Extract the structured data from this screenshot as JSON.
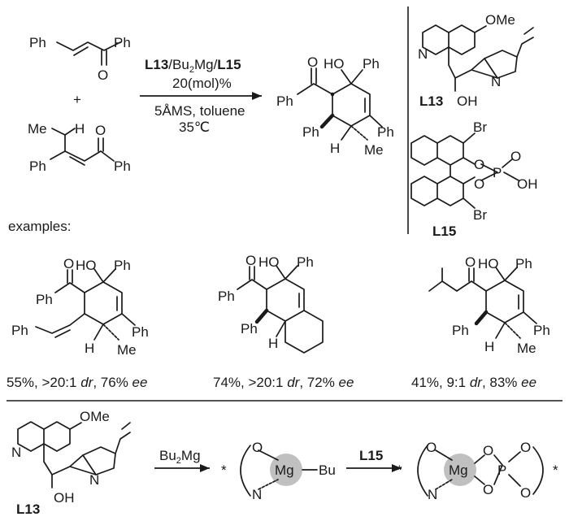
{
  "reaction": {
    "reactant1_ph_left": "Ph",
    "reactant1_ph_right": "Ph",
    "reactant1_o": "O",
    "plus": "+",
    "reactant2_me": "Me",
    "reactant2_h": "H",
    "reactant2_o": "O",
    "reactant2_ph_left": "Ph",
    "reactant2_ph_right": "Ph",
    "cond_l13": "L13",
    "cond_sep1": "/Bu",
    "cond_sub2": "2",
    "cond_mg": "Mg/",
    "cond_l15": "L15",
    "cond_loading": "20(mol)%",
    "cond_solvent": "5ÅMS, toluene",
    "cond_temp": "35℃"
  },
  "product": {
    "o": "O",
    "ho": "HO",
    "ph_top": "Ph",
    "ph_left": "Ph",
    "ph_mid": "Ph",
    "ph_right": "Ph",
    "h": "H",
    "me": "Me"
  },
  "ligands": {
    "l13_ome": "OMe",
    "l13_n1": "N",
    "l13_n2": "N",
    "l13_oh": "OH",
    "l13_label": "L13",
    "l15_br_top": "Br",
    "l15_o1": "O",
    "l15_p": "P",
    "l15_o2": "O",
    "l15_o3": "O",
    "l15_oh": "OH",
    "l15_br_bottom": "Br",
    "l15_label": "L15"
  },
  "examples": {
    "heading": "examples:",
    "ex1": {
      "o": "O",
      "ho": "HO",
      "ph_top": "Ph",
      "ph_left": "Ph",
      "ph_vinyl": "Ph",
      "ph_right": "Ph",
      "h": "H",
      "me": "Me",
      "y_pre": "55%, >20:1 ",
      "y_dr": "dr",
      "y_mid": ", 76% ",
      "y_ee": "ee"
    },
    "ex2": {
      "o": "O",
      "ho": "HO",
      "ph_top": "Ph",
      "ph_left": "Ph",
      "ph_low": "Ph",
      "h": "H",
      "y_pre": "74%, >20:1 ",
      "y_dr": "dr",
      "y_mid": ", 72% ",
      "y_ee": "ee"
    },
    "ex3": {
      "o": "O",
      "ho": "HO",
      "ph_top": "Ph",
      "ph_left": "Ph",
      "ph_right": "Ph",
      "h": "H",
      "me": "Me",
      "y_pre": "41%, 9:1 ",
      "y_dr": "dr",
      "y_mid": ", 83% ",
      "y_ee": "ee"
    }
  },
  "mechanism": {
    "ome": "OMe",
    "n1": "N",
    "n2": "N",
    "oh": "OH",
    "l13": "L13",
    "bu2mg_pre": "Bu",
    "bu2mg_sub": "2",
    "bu2mg_post": "Mg",
    "star1": "*",
    "o1": "O",
    "mg1": "Mg",
    "bu": "Bu",
    "n3": "N",
    "l15": "L15",
    "star2": "*",
    "o2": "O",
    "mg2": "Mg",
    "o3": "O",
    "p": "P",
    "o4": "O",
    "o5": "O",
    "o6": "O",
    "n4": "N",
    "star3": "*"
  }
}
